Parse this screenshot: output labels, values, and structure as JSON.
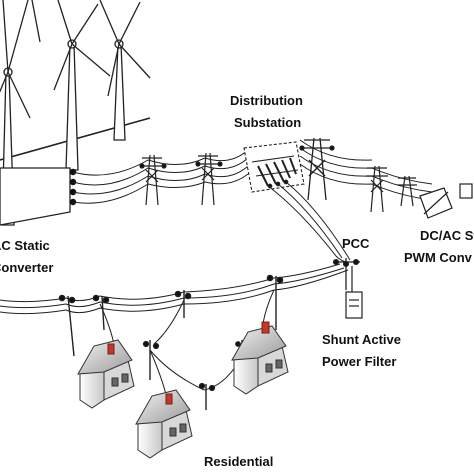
{
  "labels": {
    "distribution_line1": "Distribution",
    "distribution_line2": "Substation",
    "ac_static_line1": "AC Static",
    "ac_static_line2": "Converter",
    "dcac_line1": "DC/AC St",
    "dcac_line2": "PWM Conv",
    "pcc": "PCC",
    "shunt_line1": "Shunt Active",
    "shunt_line2": "Power Filter",
    "residential": "Residential"
  }
}
